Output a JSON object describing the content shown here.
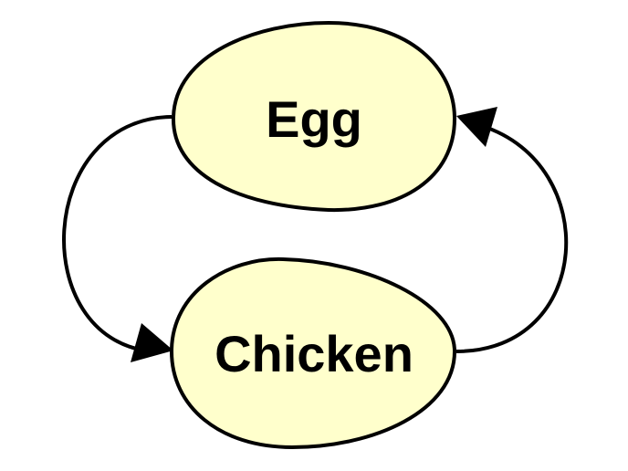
{
  "diagram": {
    "nodes": [
      {
        "id": "egg",
        "label": "Egg"
      },
      {
        "id": "chicken",
        "label": "Chicken"
      }
    ],
    "edges": [
      {
        "from": "egg",
        "to": "chicken",
        "side": "left"
      },
      {
        "from": "chicken",
        "to": "egg",
        "side": "right"
      }
    ],
    "colors": {
      "node_fill": "#ffffcc",
      "stroke": "#000000",
      "background": "#ffffff"
    }
  }
}
